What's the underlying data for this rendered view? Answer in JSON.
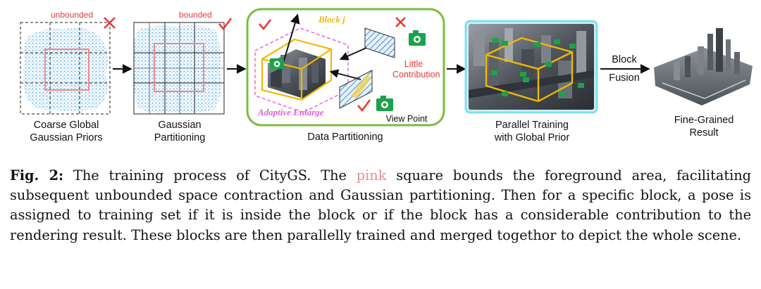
{
  "figure": {
    "panel1": {
      "tag": "unbounded",
      "label_line1": "Coarse Global",
      "label_line2": "Gaussian Priors"
    },
    "panel2": {
      "tag": "bounded",
      "label_line1": "Gaussian",
      "label_line2": "Partitioning"
    },
    "panel3": {
      "block_label": "Block j",
      "enlarge_label": "Adaptive Enlarge",
      "little_line1": "Little",
      "little_line2": "Contribution",
      "viewpoint_label": "View Point",
      "label": "Data Partitioning"
    },
    "panel4": {
      "label_line1": "Parallel Training",
      "label_line2": "with Global Prior"
    },
    "fusion": {
      "line1": "Block",
      "line2": "Fusion"
    },
    "panel5": {
      "label_line1": "Fine-Grained",
      "label_line2": "Result"
    }
  },
  "caption": {
    "fig_label": "Fig. 2:",
    "text_before": " The training process of CityGS. The ",
    "pink_word": "pink",
    "text_after": " square bounds the foreground area, facilitating subsequent unbounded space contraction and Gaussian partitioning. Then for a specific block, a pose is assigned to training set if it is inside the block or if the block has a considerable contribution to the rendering result. These blocks are then parallelly trained and merged togethor to depict the whole scene."
  },
  "colors": {
    "point_cloud": "#8ec9ee",
    "pink_box": "#f08a8a",
    "red_mark": "#e53935",
    "green_frame": "#7dbb43",
    "block_yellow": "#f2b705",
    "camera_green": "#1aa34a",
    "enlarge_magenta": "#e060d8",
    "cyan_frame": "#7fe0f0"
  }
}
